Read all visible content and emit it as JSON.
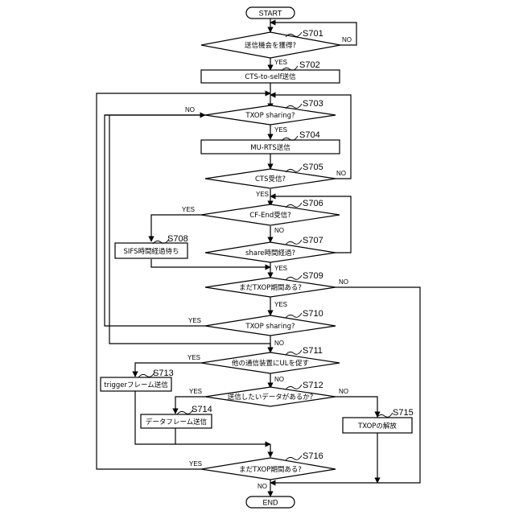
{
  "start": "START",
  "end": "END",
  "yes": "YES",
  "no": "NO",
  "steps": {
    "s701": {
      "id": "S701",
      "text": "送信機会を獲得?"
    },
    "s702": {
      "id": "S702",
      "text": "CTS-to-self送信"
    },
    "s703": {
      "id": "S703",
      "text": "TXOP sharing?"
    },
    "s704": {
      "id": "S704",
      "text": "MU-RTS送信"
    },
    "s705": {
      "id": "S705",
      "text": "CTS受信?"
    },
    "s706": {
      "id": "S706",
      "text": "CF-End受信?"
    },
    "s707": {
      "id": "S707",
      "text": "share時間経過?"
    },
    "s708": {
      "id": "S708",
      "text": "SIFS時間経過待ち"
    },
    "s709": {
      "id": "S709",
      "text": "まだTXOP期間ある?"
    },
    "s710": {
      "id": "S710",
      "text": "TXOP sharing?"
    },
    "s711": {
      "id": "S711",
      "text": "他の通信装置にULを促す"
    },
    "s712": {
      "id": "S712",
      "text": "送信したいデータがあるか?"
    },
    "s713": {
      "id": "S713",
      "text": "triggerフレーム送信"
    },
    "s714": {
      "id": "S714",
      "text": "データフレーム送信"
    },
    "s715": {
      "id": "S715",
      "text": "TXOPの解放"
    },
    "s716": {
      "id": "S716",
      "text": "まだTXOP期間ある?"
    }
  }
}
